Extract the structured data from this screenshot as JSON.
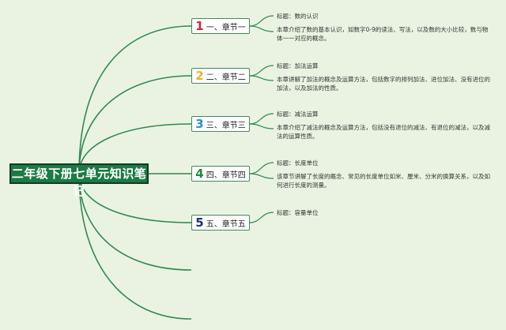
{
  "root_title": "二年级下册七单元知识笔记",
  "chapters": [
    {
      "num": "1",
      "label": "一、章节一",
      "title": "标题：数的认识",
      "desc": "本章介绍了数的基本认识，如数字0-9的读法、写法，以及数的大小比较，数与物体一一对应的概念。"
    },
    {
      "num": "2",
      "label": "二、章节二",
      "title": "标题：加法运算",
      "desc": "本章讲解了加法的概念及运算方法，包括数字的排列加法、进位加法、没有进位的加法，以及加法的性质。"
    },
    {
      "num": "3",
      "label": "三、章节三",
      "title": "标题：减法运算",
      "desc": "本章介绍了减法的概念及运算方法，包括没有退位的减法、有退位的减法，以及减法的运算性质。"
    },
    {
      "num": "4",
      "label": "四、章节四",
      "title": "标题：长度单位",
      "desc": "该章节讲解了长度的概念、常见的长度单位如米、厘米、分米的换算关系，以及如何进行长度的测量。"
    },
    {
      "num": "5",
      "label": "五、章节五",
      "title": "标题：容量单位",
      "desc": ""
    }
  ],
  "colors": {
    "background": "#eaf3e1",
    "root_fill": "#1c7a45",
    "branch": "#2f8a52"
  }
}
